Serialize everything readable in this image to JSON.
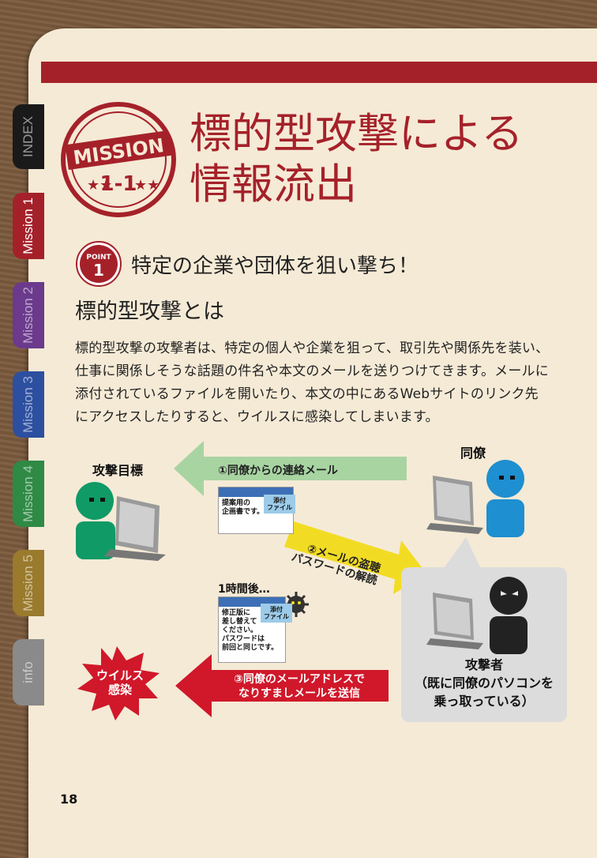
{
  "tabs": [
    {
      "label": "INDEX",
      "color": "#1a1a1a"
    },
    {
      "label": "Mission 1",
      "color": "#a5212a"
    },
    {
      "label": "Mission 2",
      "color": "#6b3a8c"
    },
    {
      "label": "Mission 3",
      "color": "#2d4fa0"
    },
    {
      "label": "Mission 4",
      "color": "#2f8a45"
    },
    {
      "label": "Mission 5",
      "color": "#9a7a2c"
    },
    {
      "label": "info",
      "color": "#8a8a8a"
    }
  ],
  "stamp": {
    "word": "MISSION",
    "number": "1-1",
    "color": "#a5212a"
  },
  "title": {
    "line1": "標的型攻撃による",
    "line2": "情報流出"
  },
  "point": {
    "badge_word": "POINT",
    "badge_number": "1",
    "text": "特定の企業や団体を狙い撃ち！"
  },
  "section_heading": "標的型攻撃とは",
  "body_lines": [
    "標的型攻撃の攻撃者は、特定の個人や企業を狙って、取引先や関係先を装い、",
    "仕事に関係しそうな話題の件名や本文のメールを送りつけてきます。メールに",
    "添付されているファイルを開いたり、本文の中にあるWebサイトのリンク先",
    "にアクセスしたりすると、ウイルスに感染してしまいます。"
  ],
  "diagram": {
    "target_label": "攻撃目標",
    "colleague_label": "同僚",
    "arrow1": "①同僚からの連絡メール",
    "doc1_tag": [
      "添付",
      "ファイル"
    ],
    "doc1_text": [
      "提案用の",
      "企画書です。"
    ],
    "arrow2": [
      "②メールの盗聴",
      "パスワードの解読"
    ],
    "time_label": "1時間後…",
    "doc2_tag": [
      "添付",
      "ファイル"
    ],
    "doc2_text": [
      "修正版に",
      "差し替えて",
      "ください。",
      "パスワードは",
      "前回と同じです。"
    ],
    "arrow3": [
      "③同僚のメールアドレスで",
      "なりすましメールを送信"
    ],
    "virus_label": [
      "ウイルス",
      "感染"
    ],
    "attacker_label": [
      "攻撃者",
      "（既に同僚のパソコンを",
      "乗っ取っている）"
    ]
  },
  "page_number": "18"
}
